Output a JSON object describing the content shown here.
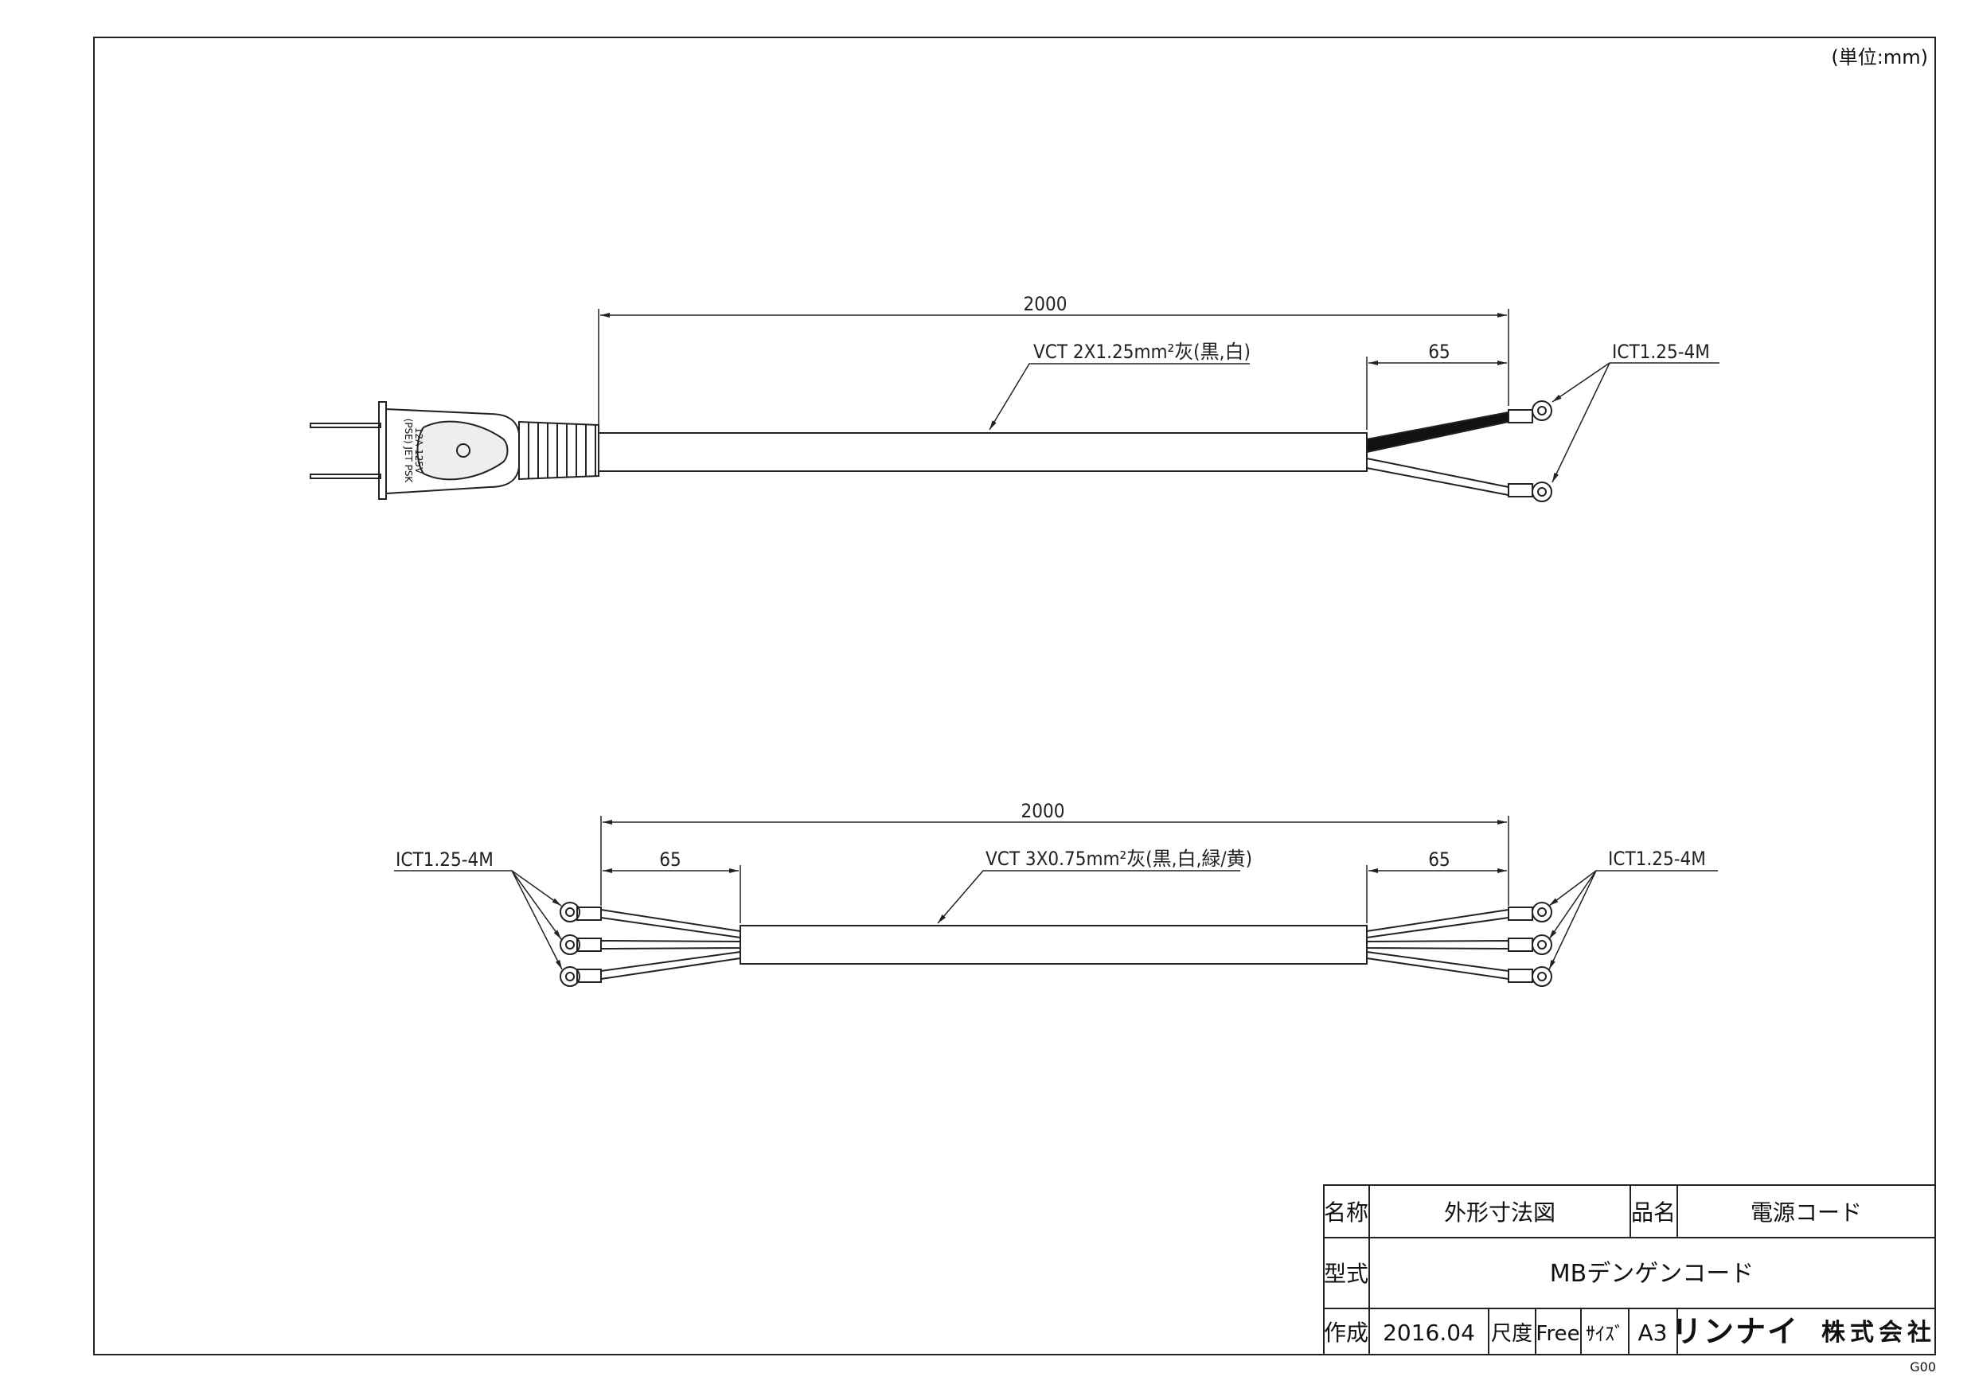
{
  "unit_note": "(単位:mm)",
  "top_cable": {
    "length": "2000",
    "strip_length": "65",
    "cable_spec": "VCT 2X1.25mm²灰(黒,白)",
    "terminal_spec": "ICT1.25-4M",
    "plug_text_line1": "(PSE) JET PSK",
    "plug_text_line2": "12A 125V"
  },
  "bottom_cable": {
    "length": "2000",
    "strip_length_left": "65",
    "strip_length_right": "65",
    "cable_spec": "VCT 3X0.75mm²灰(黒,白,緑/黄)",
    "terminal_spec_left": "ICT1.25-4M",
    "terminal_spec_right": "ICT1.25-4M"
  },
  "title_block": {
    "label_name": "名称",
    "value_name": "外形寸法図",
    "label_product": "品名",
    "value_product": "電源コード",
    "label_model": "型式",
    "value_model": "MBデンゲンコード",
    "label_created": "作成",
    "value_created": "2016.04",
    "label_scale": "尺度",
    "value_scale": "Free",
    "label_size": "ｻｲｽﾞ",
    "value_size": "A3",
    "company_brand": "リンナイ",
    "company_suffix": "株式会社"
  },
  "corner_code": "G00"
}
